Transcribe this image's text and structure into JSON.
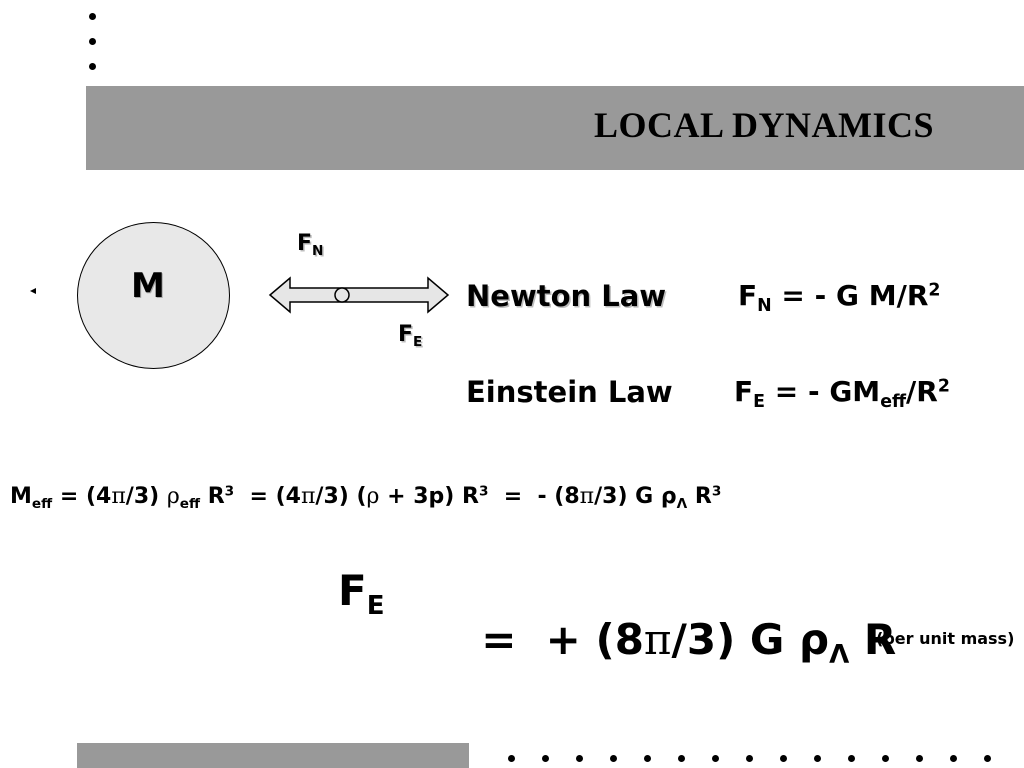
{
  "slide": {
    "title": "LOCAL DYNAMICS",
    "mass_label": "M",
    "force_top": {
      "main": "F",
      "sub": "N"
    },
    "force_bottom": {
      "main": "F",
      "sub": "E"
    },
    "newton": {
      "name": "Newton Law",
      "lhs_main": "F",
      "lhs_sub": "N",
      "rhs": "=  - G M/R",
      "rhs_sup": "2"
    },
    "einstein": {
      "name": "Einstein Law",
      "lhs_main": "F",
      "lhs_sub": "E",
      "rhs_a": "=  - GM",
      "rhs_sub": "eff",
      "rhs_b": "/R",
      "rhs_sup": "2"
    },
    "meff_eq": {
      "p1": "M",
      "p1_sub": "eff",
      "p2": " = (4",
      "p3": "π",
      "p4": "/3) ",
      "p5": "ρ",
      "p5_sub": "eff",
      "p6": " R",
      "p6_sup": "3",
      "p7": "  = (4",
      "p8": "π",
      "p9": "/3) (",
      "p10": "ρ",
      "p11": " + 3p) R",
      "p11_sup": "3",
      "p12": "  =  - (8",
      "p13": "π",
      "p14": "/3) G ρ",
      "p14_sub": "Λ",
      "p15": " R",
      "p15_sup": "3"
    },
    "result_eq": {
      "lhs_main": "F",
      "lhs_sub": "E",
      "eq": "=  + (8",
      "pi": "π",
      "rest": "/3) G ρ",
      "rho_sub": "Λ",
      "end": " R"
    },
    "note": "(per unit mass)"
  }
}
